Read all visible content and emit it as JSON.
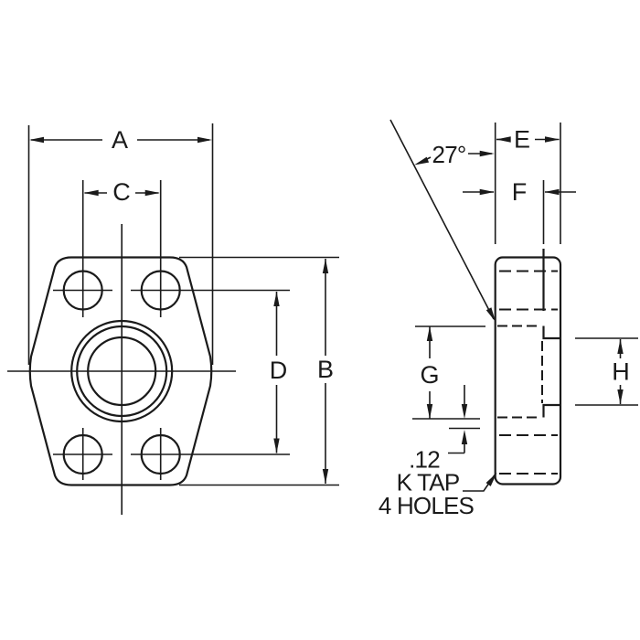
{
  "diagram": {
    "colors": {
      "line": "#1a1a1a",
      "background": "#ffffff"
    },
    "labels": {
      "dim_a": "A",
      "dim_b": "B",
      "dim_c": "C",
      "dim_d": "D",
      "dim_e": "E",
      "dim_f": "F",
      "dim_g": "G",
      "dim_h": "H",
      "chamfer_angle": "27°",
      "recess_depth": ".12",
      "tap_note_line1": "K TAP",
      "tap_note_line2": "4 HOLES"
    }
  }
}
